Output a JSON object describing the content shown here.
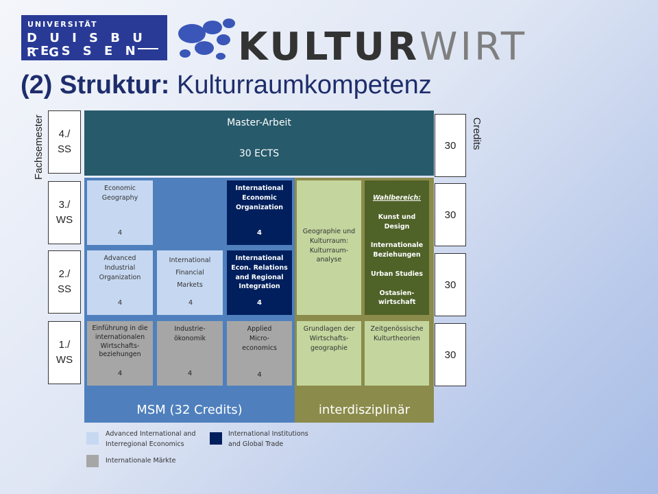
{
  "header": {
    "uni_line1": "UNIVERSITÄT",
    "uni_line2": "D U I S B U R G",
    "uni_line3": "E S S E N",
    "brand_main": "KULTUR",
    "brand_sub": "WIRT"
  },
  "title": {
    "prefix": "(2) Struktur:",
    "rest": " Kulturraumkompetenz"
  },
  "axis": {
    "left": "Fachsemester",
    "right": "Credits"
  },
  "semesters": [
    "4./\nSS",
    "3./\nWS",
    "2./\nSS",
    "1./\nWS"
  ],
  "credits": [
    "30",
    "30",
    "30",
    "30"
  ],
  "master": {
    "title": "Master-Arbeit",
    "ects": "30 ECTS"
  },
  "modules": {
    "econ_geo": {
      "name": "Economic Geography",
      "cr": "4"
    },
    "int_econ_org": {
      "name": "International Economic Organization",
      "cr": "4"
    },
    "adv_ind_org": {
      "name": "Advanced Industrial Organization",
      "cr": "4"
    },
    "int_fin": {
      "name": "International Financial Markets",
      "cr": "4"
    },
    "int_econ_rel": {
      "name": "International Econ. Relations and Regional Integration",
      "cr": "4"
    },
    "einf_int": {
      "name": "Einführung in die internationalen Wirtschafts-beziehungen",
      "cr": "4"
    },
    "industrie": {
      "name": "Industrie-ökonomik",
      "cr": "4"
    },
    "applied_micro": {
      "name": "Applied Micro-economics",
      "cr": "4"
    },
    "geo_kultur": {
      "name": "Geographie und Kulturraum: Kulturraum-analyse"
    },
    "grundlagen": {
      "name": "Grundlagen der Wirtschafts-geographie"
    },
    "zeitgen": {
      "name": "Zeitgenössische Kulturtheorien"
    }
  },
  "wahlbereich": {
    "title": "Wahlbereich:",
    "items": [
      "Kunst und Design",
      "Internationale Beziehungen",
      "Urban Studies",
      "Ostasien-wirtschaft"
    ]
  },
  "columns": {
    "msm": "MSM (32 Credits)",
    "inter": "interdisziplinär"
  },
  "legend": [
    {
      "label": "Advanced International and\nInterregional Economics",
      "color": "#c6d8f1"
    },
    {
      "label": "International Institutions\nand Global Trade",
      "color": "#001f5c"
    },
    {
      "label": "Internationale Märkte",
      "color": "#a6a6a6"
    }
  ]
}
